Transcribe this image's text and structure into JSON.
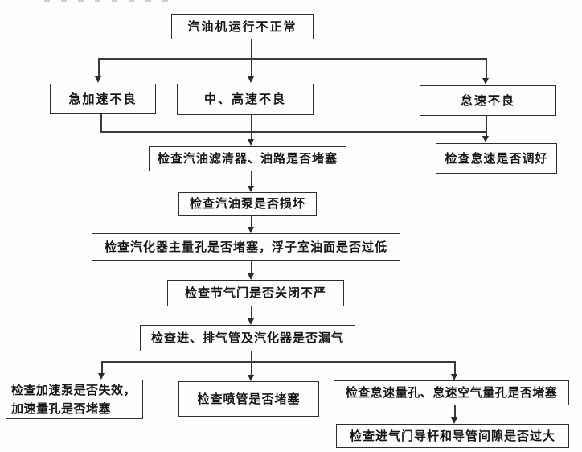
{
  "page": {
    "background_color": "#fefefe",
    "ink_color": "#2e2e2e",
    "description_artifact": "faint cropped text fragments along top edge of scan"
  },
  "flowchart": {
    "nodes": [
      {
        "id": "root",
        "text": "汽油机运行不正常"
      },
      {
        "id": "rapid-accel-poor",
        "text": "急加速不良"
      },
      {
        "id": "mid-high-poor",
        "text": "中、高速不良"
      },
      {
        "id": "idle-poor",
        "text": "怠速不良"
      },
      {
        "id": "check-idle-adjust",
        "text": "检查怠速是否调好"
      },
      {
        "id": "check-fuel-filter",
        "text": "检查汽油滤清器、油路是否堵塞"
      },
      {
        "id": "check-fuel-pump",
        "text": "检查汽油泵是否损坏"
      },
      {
        "id": "check-main-jet",
        "text": "检查汽化器主量孔是否堵塞，浮子室油面是否过低"
      },
      {
        "id": "check-throttle",
        "text": "检查节气门是否关闭不严"
      },
      {
        "id": "check-air-leak",
        "text": "检查进、排气管及汽化器是否漏气"
      },
      {
        "id": "check-accel-pump",
        "text": "检查加速泵是否失效，\n加速量孔是否堵塞"
      },
      {
        "id": "check-nozzle",
        "text": "检查喷管是否堵塞"
      },
      {
        "id": "check-idle-jet",
        "text": "检查怠速量孔、怠速空气量孔是否堵塞"
      },
      {
        "id": "check-valve-guide",
        "text": "检查进气门导杆和导管间隙是否过大"
      }
    ]
  }
}
